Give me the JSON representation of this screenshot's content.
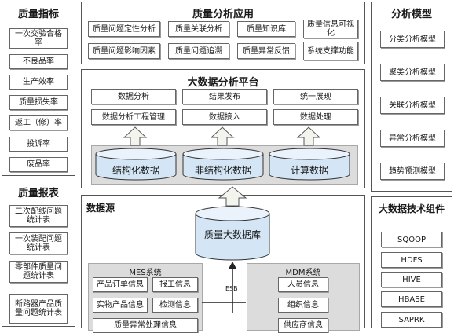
{
  "quality_metrics": {
    "title": "质量指标",
    "items": [
      "一次交验合格率",
      "不良品率",
      "生产效率",
      "质量损失率",
      "返工（修）率",
      "投诉率",
      "废品率"
    ]
  },
  "quality_reports": {
    "title": "质量报表",
    "items": [
      "二次配线问题统计表",
      "一次装配问题统计表",
      "零部件质量问题统计表",
      "断路器产品质量问题统计表"
    ]
  },
  "quality_apps": {
    "title": "质量分析应用",
    "items": [
      "质量问题定性分析",
      "质量关联分析",
      "质量知识库",
      "质量信息可视化",
      "质量问题影响因素",
      "质量问题追溯",
      "质量异常反馈",
      "系统支撑功能"
    ]
  },
  "bigdata_platform": {
    "title": "大数据分析平台",
    "functions": [
      "数据分析",
      "结果发布",
      "统一展现",
      "数据分析工程管理",
      "数据接入",
      "数据处理"
    ],
    "stores": [
      "结构化数据",
      "非结构化数据",
      "计算数据"
    ]
  },
  "data_source": {
    "title": "数据源",
    "warehouse": "质量大数据库",
    "bus_label": "ESB",
    "mes": {
      "title": "MES系统",
      "items": [
        "产品订单信息",
        "报工信息",
        "实物产品信息",
        "检测信息",
        "质量异常处理信息"
      ]
    },
    "mdm": {
      "title": "MDM系统",
      "items": [
        "人员信息",
        "组织信息",
        "供应商信息"
      ]
    }
  },
  "analysis_models": {
    "title": "分析模型",
    "items": [
      "分类分析模型",
      "聚类分析模型",
      "关联分析模型",
      "异常分析模型",
      "趋势预测模型"
    ]
  },
  "tech_components": {
    "title": "大数据技术组件",
    "items": [
      "SQOOP",
      "HDFS",
      "HIVE",
      "HBASE",
      "SAPRK"
    ]
  }
}
